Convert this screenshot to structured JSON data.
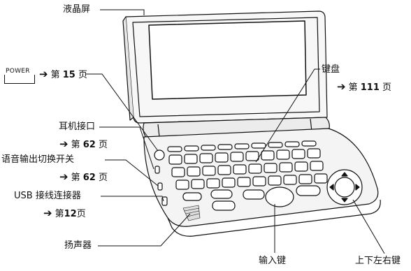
{
  "callouts": {
    "lcd": {
      "text": "液晶屏"
    },
    "power": {
      "key": "POWER",
      "arrow": "➔",
      "ref_prefix": "第",
      "ref_num": "15",
      "ref_suffix": "页"
    },
    "keyboard": {
      "text": "键盘",
      "arrow": "➔",
      "ref_prefix": "第",
      "ref_num": "111",
      "ref_suffix": "页"
    },
    "earphone": {
      "text": "耳机接口",
      "arrow": "➔",
      "ref_prefix": "第",
      "ref_num": "62",
      "ref_suffix": "页"
    },
    "voice_switch": {
      "text": "语音输出切换开关",
      "arrow": "➔",
      "ref_prefix": "第",
      "ref_num": "62",
      "ref_suffix": "页"
    },
    "usb": {
      "text": "USB 接线连接器",
      "arrow": "➔",
      "ref_prefix": "第",
      "ref_num": "12",
      "ref_suffix": "页"
    },
    "speaker": {
      "text": "扬声器"
    },
    "enter": {
      "text": "输入键"
    },
    "cursor": {
      "text": "上下左右键"
    }
  },
  "colors": {
    "line": "#111111",
    "body": "#f4f4f4",
    "screen": "#ffffff"
  }
}
